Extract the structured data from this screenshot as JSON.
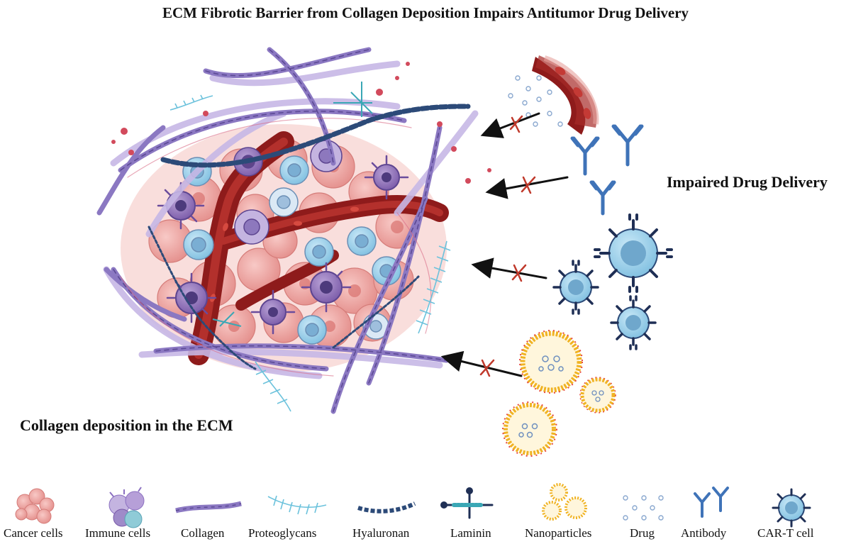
{
  "title": "ECM Fibrotic Barrier from Collagen Deposition Impairs Antitumor Drug Delivery",
  "labels": {
    "impaired": "Impaired Drug Delivery",
    "deposition": "Collagen deposition in the ECM"
  },
  "legend": [
    {
      "label": "Cancer cells",
      "icon": "cancer-cells-icon"
    },
    {
      "label": "Immune cells",
      "icon": "immune-cells-icon"
    },
    {
      "label": "Collagen",
      "icon": "collagen-icon"
    },
    {
      "label": "Proteoglycans",
      "icon": "proteoglycans-icon"
    },
    {
      "label": "Hyaluronan",
      "icon": "hyaluronan-icon"
    },
    {
      "label": "Laminin",
      "icon": "laminin-icon"
    },
    {
      "label": "Nanoparticles",
      "icon": "nanoparticles-icon"
    },
    {
      "label": "Drug",
      "icon": "drug-icon"
    },
    {
      "label": "Antibody",
      "icon": "antibody-icon"
    },
    {
      "label": "CAR-T cell",
      "icon": "car-t-cell-icon"
    }
  ],
  "colors": {
    "collagen": "#8b78c2",
    "collagen_light": "#c7b8e6",
    "vessel": "#8e1b1b",
    "cancer": "#eea3a0",
    "immune_purple": "#8a5fb0",
    "immune_blue": "#8ccbe8",
    "hyaluronan": "#2c4a78",
    "proteoglycan": "#6cc2dc",
    "antibody": "#3f73b8",
    "cart": "#8fc8e6",
    "block": "#c0392b",
    "nano_ring": "#f0b323"
  }
}
